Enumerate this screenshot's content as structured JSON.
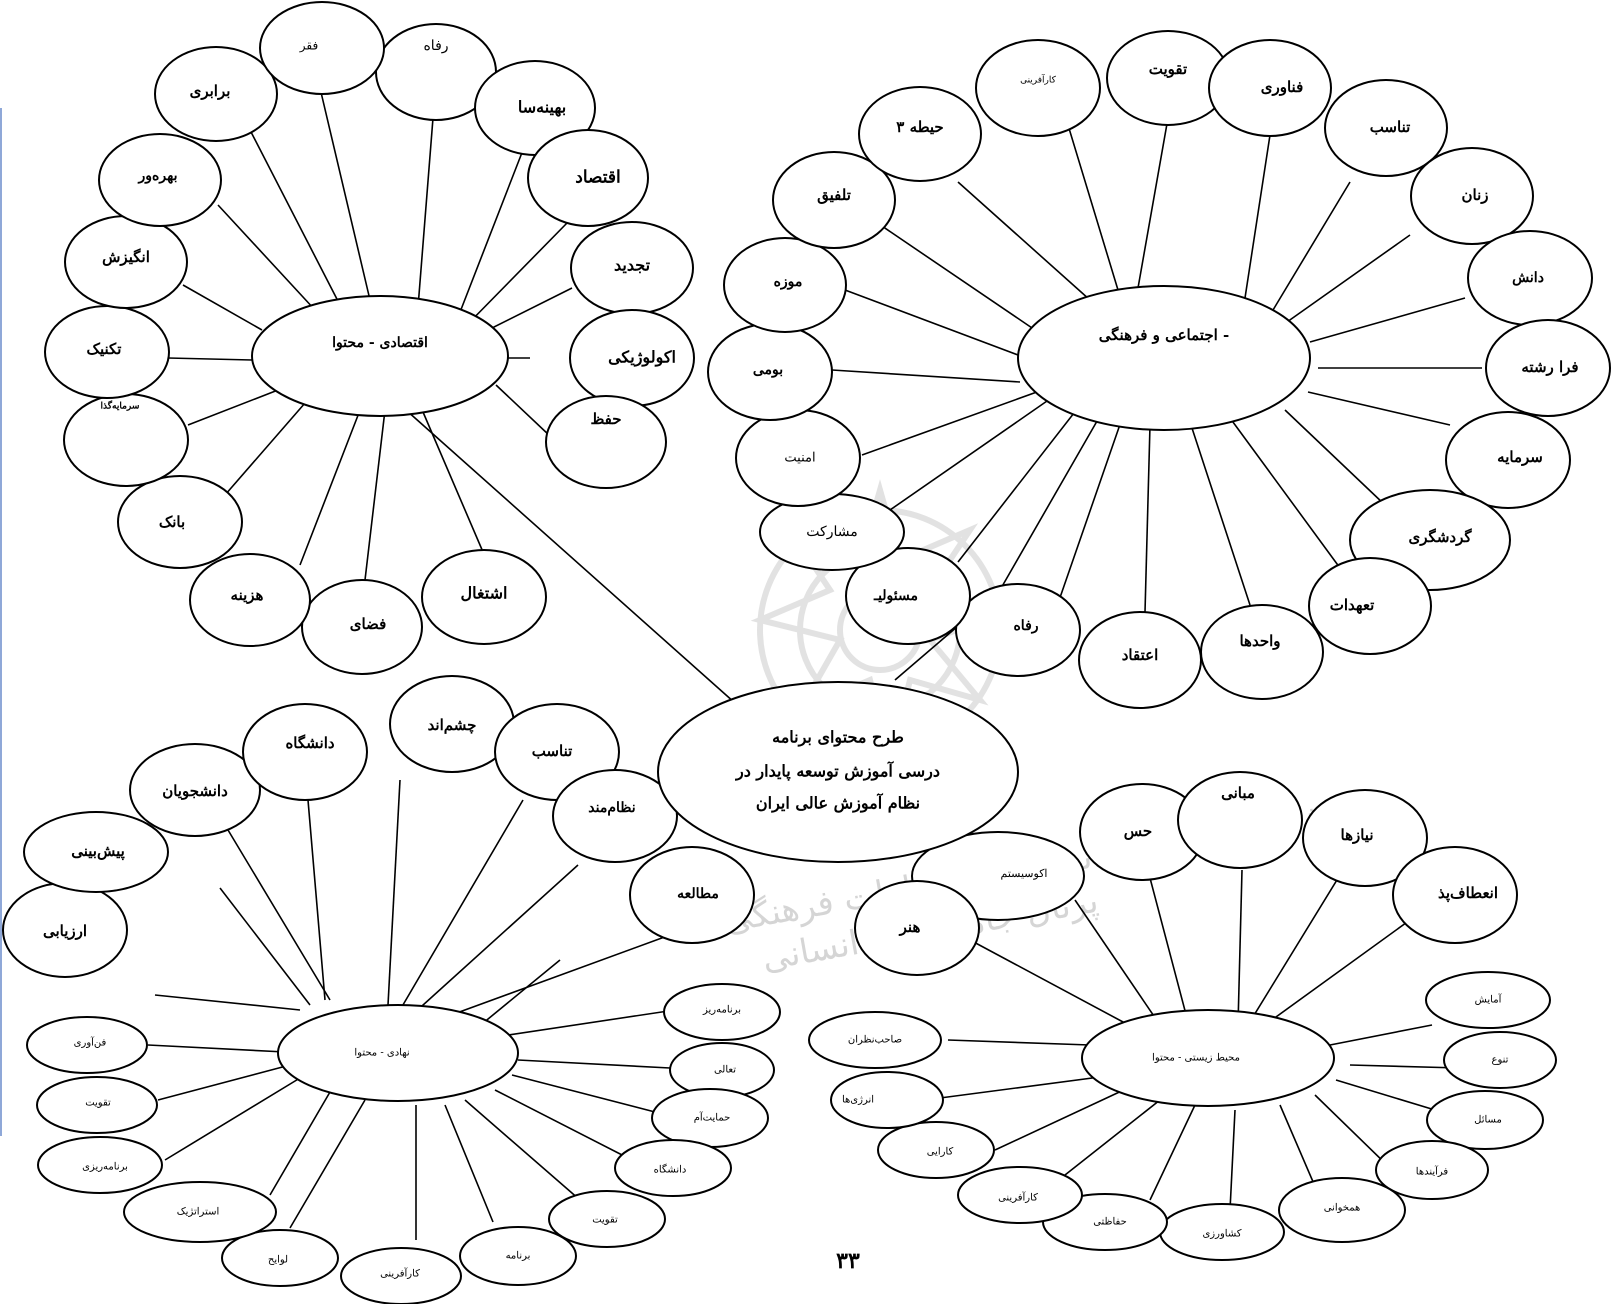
{
  "page_number": "۳۳",
  "watermark": {
    "line1": "پژوهشگاه علوم انسانی و مطالعات فرهنگی",
    "line2": "پرتال جامع علوم انسانی"
  },
  "center": {
    "lines": [
      "طرح محتوای برنامه",
      "درسی آموزش توسعه پایدار در",
      "نظام آموزش عالی ایران"
    ]
  },
  "clusters": {
    "economic": {
      "label": "اقتصادی - محتوا",
      "nodes": [
        "رفاه",
        "بهینه‌سا",
        "اقتصاد",
        "تجدید",
        "اکولوژیکی",
        "حفظ",
        "اشتغال",
        "فضای",
        "هزینه",
        "بانک",
        "سرمایه‌گذا",
        "تکنیک",
        "انگیزش",
        "بهره‌ور",
        "برابری",
        "فقر"
      ]
    },
    "social": {
      "label": "اجتماعی و فرهنگی -",
      "nodes": [
        "تقویت",
        "فناوری",
        "تناسب",
        "زنان",
        "دانش",
        "فرا رشته",
        "سرمایه",
        "گردشگری",
        "تعهدات",
        "واحدها",
        "اعتقاد",
        "رفاه",
        "مسئولیـ",
        "مشارکت",
        "امنیت",
        "بومی",
        "موزه",
        "تلفیق",
        "۳ حیطه",
        "کارآفرینی"
      ]
    },
    "institutional": {
      "label": "نهادی - محتوا",
      "nodes": [
        "چشم‌اند",
        "تناسب",
        "نظام‌مند",
        "مطالعه",
        "برنامه‌ریز",
        "تعالی",
        "حمایت‌آم",
        "دانشگاه",
        "تقویت",
        "برنامه",
        "کارآفرینی",
        "لوایح",
        "استراتژیک",
        "برنامه‌ریزی",
        "تقویت",
        "فن‌آوری",
        "ارزیابی",
        "پیش‌بینی",
        "دانشجویان",
        "دانشگاه"
      ]
    },
    "environment": {
      "label": "محیط زیستی - محتوا",
      "nodes": [
        "مبانی",
        "نیازها",
        "انعطاف‌پذ",
        "آمایش",
        "تنوع",
        "مسائل",
        "فرآیندها",
        "همخوانی",
        "کشاورزی",
        "حفاظتی",
        "کارآفرینی",
        "کارایی",
        "انرژی‌ها",
        "صاحب‌نظران",
        "هنر",
        "اکوسیستم",
        "حس"
      ]
    }
  }
}
